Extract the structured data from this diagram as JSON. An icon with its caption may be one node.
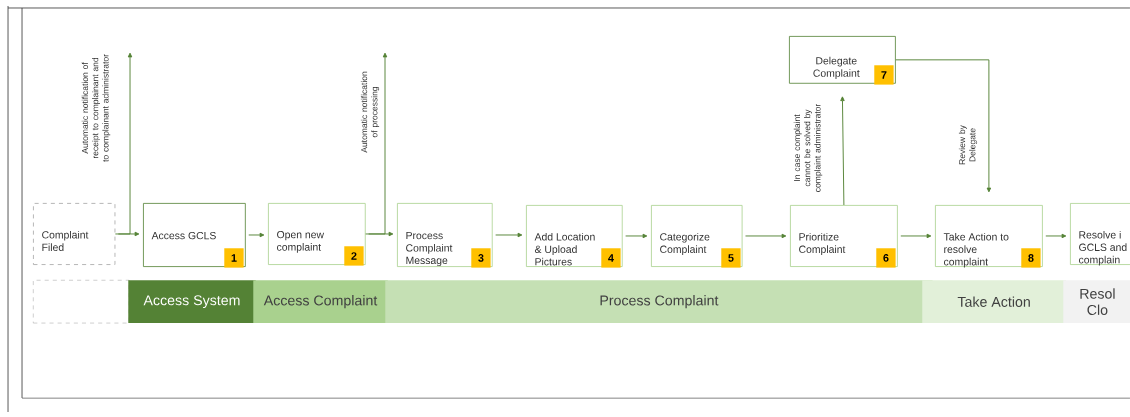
{
  "diagram": {
    "nodes": [
      {
        "text": [
          "Complaint Filed"
        ]
      },
      {
        "text": [
          "Access GCLS"
        ]
      },
      {
        "text": [
          "1"
        ],
        "in": 1
      },
      {
        "text": [
          "Open new complaint"
        ]
      },
      {
        "text": [
          "2"
        ],
        "in": 3
      },
      {
        "text": [
          "Process Complaint Message"
        ]
      },
      {
        "text": [
          "3"
        ],
        "in": 5
      },
      {
        "text": [
          "Add Location & Upload Pictures"
        ]
      },
      {
        "text": [
          "4"
        ],
        "in": 7
      },
      {
        "text": [
          "Categorize Complaint"
        ]
      },
      {
        "text": [
          "5"
        ],
        "in": 9
      },
      {
        "text": [
          "Prioritize Complaint"
        ]
      },
      {
        "text": [
          "6"
        ],
        "in": 11
      },
      {
        "text": [
          "Delegate Complaint"
        ]
      },
      {
        "text": [
          "7"
        ],
        "in": 13
      },
      {
        "text": [
          "Take Action to resolve complaint"
        ]
      },
      {
        "text": [
          "8"
        ],
        "in": 15
      },
      {
        "text": [
          "Resolve i GCLS and complain"
        ]
      },
      {
        "text": [],
        "shape": "box"
      },
      {
        "text": [
          "Access System"
        ]
      },
      {
        "text": [
          "Access Complaint"
        ]
      },
      {
        "text": [
          "Process Complaint"
        ]
      },
      {
        "text": [
          "Take Action"
        ]
      },
      {
        "text": [
          "Resol Clo"
        ]
      }
    ],
    "edges": [
      {
        "from": 0,
        "to": 1,
        "arrow": "to"
      },
      {
        "from": 0,
        "to": null,
        "arrow": "to",
        "label": "Automatic notification of receipt to complainant and to complainant administrator"
      },
      {
        "from": 1,
        "to": 3,
        "arrow": "to"
      },
      {
        "from": 3,
        "to": null,
        "arrow": "to",
        "label": "Automatic notification of processing"
      },
      {
        "from": 3,
        "to": 5,
        "arrow": "to"
      },
      {
        "from": 5,
        "to": 7,
        "arrow": "to"
      },
      {
        "from": 7,
        "to": 9,
        "arrow": "to"
      },
      {
        "from": 9,
        "to": 11,
        "arrow": "to"
      },
      {
        "from": 11,
        "to": 13,
        "arrow": "to",
        "label": "In case complaint cannot be solved by complaint administrator"
      },
      {
        "from": 13,
        "to": 15,
        "arrow": "to",
        "label": "Review by Delegate"
      },
      {
        "from": 11,
        "to": 15,
        "arrow": "to"
      },
      {
        "from": 15,
        "to": 17,
        "arrow": "to"
      }
    ]
  }
}
